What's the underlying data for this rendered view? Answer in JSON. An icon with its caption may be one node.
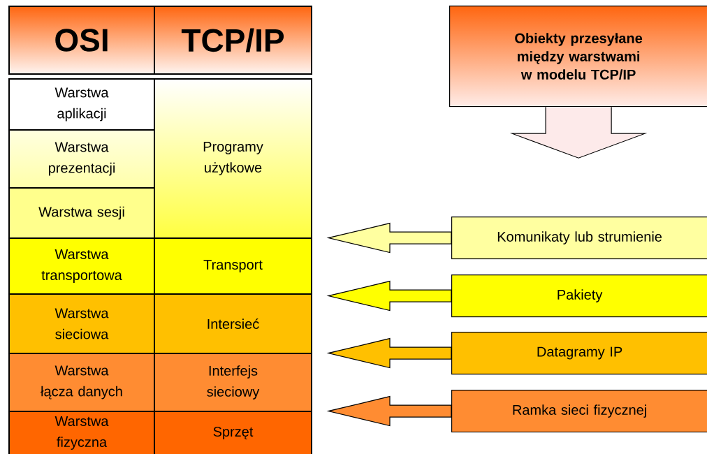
{
  "diagram": {
    "nodes": [
      {
        "text": [
          "OSI"
        ]
      },
      {
        "text": [
          "TCP/IP"
        ]
      },
      {
        "text": [
          "Obiekty przesyłane między warstwami w modelu TCP/IP"
        ]
      },
      {
        "text": [
          "Warstwa aplikacji"
        ]
      },
      {
        "text": [
          "Programy użytkowe"
        ]
      },
      {
        "text": [
          "Warstwa prezentacji"
        ]
      },
      {
        "text": [
          "Warstwa sesji"
        ]
      },
      {
        "text": [
          "Komunikaty lub strumienie"
        ]
      },
      {
        "text": [
          "Warstwa transportowa"
        ]
      },
      {
        "text": [
          "Transport"
        ]
      },
      {
        "text": [
          "Pakiety"
        ]
      },
      {
        "text": [
          "Warstwa sieciowa"
        ]
      },
      {
        "text": [
          "Intersieć"
        ]
      },
      {
        "text": [
          "Datagramy IP"
        ]
      },
      {
        "text": [
          "Warstwa łącza danych"
        ]
      },
      {
        "text": [
          "Interfejs sieciowy"
        ]
      },
      {
        "text": [
          "Ramka sieci fizycznej"
        ]
      },
      {
        "text": [
          "Warstwa fizyczna"
        ]
      },
      {
        "text": [
          "Sprzęt"
        ]
      }
    ],
    "edges": [
      {
        "from": 2,
        "to": null,
        "arrow": "to"
      },
      {
        "from": 7,
        "to": null,
        "arrow": "to"
      },
      {
        "from": 10,
        "to": null,
        "arrow": "to"
      },
      {
        "from": 13,
        "to": null,
        "arrow": "to"
      },
      {
        "from": 16,
        "to": null,
        "arrow": "to"
      }
    ]
  }
}
